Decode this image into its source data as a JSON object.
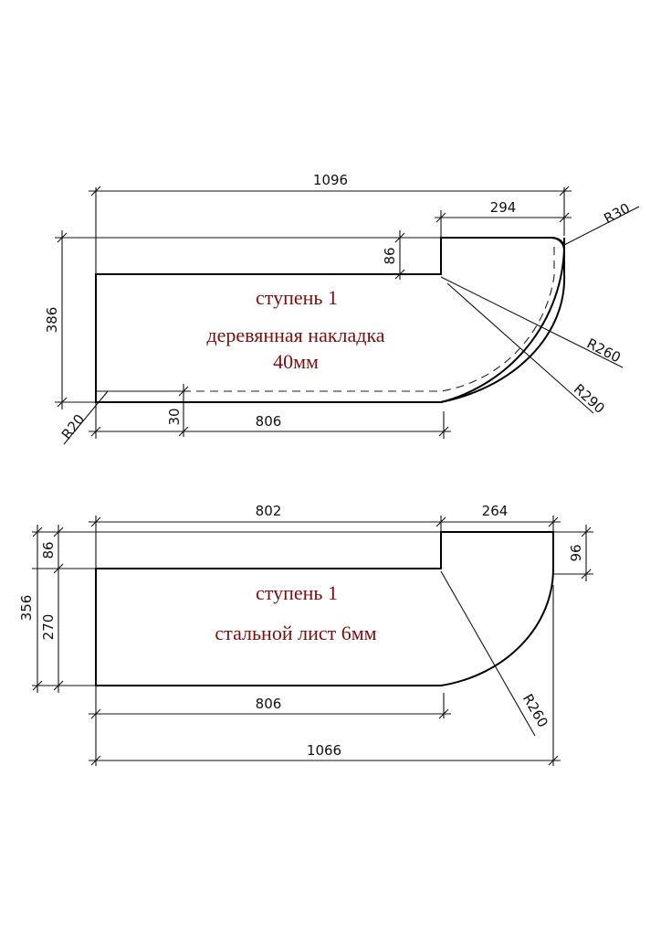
{
  "part1": {
    "title": "ступень 1",
    "material_line1": "деревянная накладка",
    "material_line2": "40мм",
    "dims": {
      "overall_width": "1096",
      "notch_width": "294",
      "notch_depth": "86",
      "height": "386",
      "corner_radius_top": "R30",
      "arc_inner": "R260",
      "arc_outer": "R290",
      "corner_radius_bottom": "R20",
      "offset": "30",
      "straight_length": "806"
    }
  },
  "part2": {
    "title": "ступень 1",
    "material_line1": "стальной лист 6мм",
    "dims": {
      "left_width": "802",
      "right_width": "264",
      "notch_depth_left": "86",
      "height": "356",
      "lower_height": "270",
      "right_notch": "96",
      "arc": "R260",
      "straight_length": "806",
      "overall_width": "1066"
    }
  }
}
